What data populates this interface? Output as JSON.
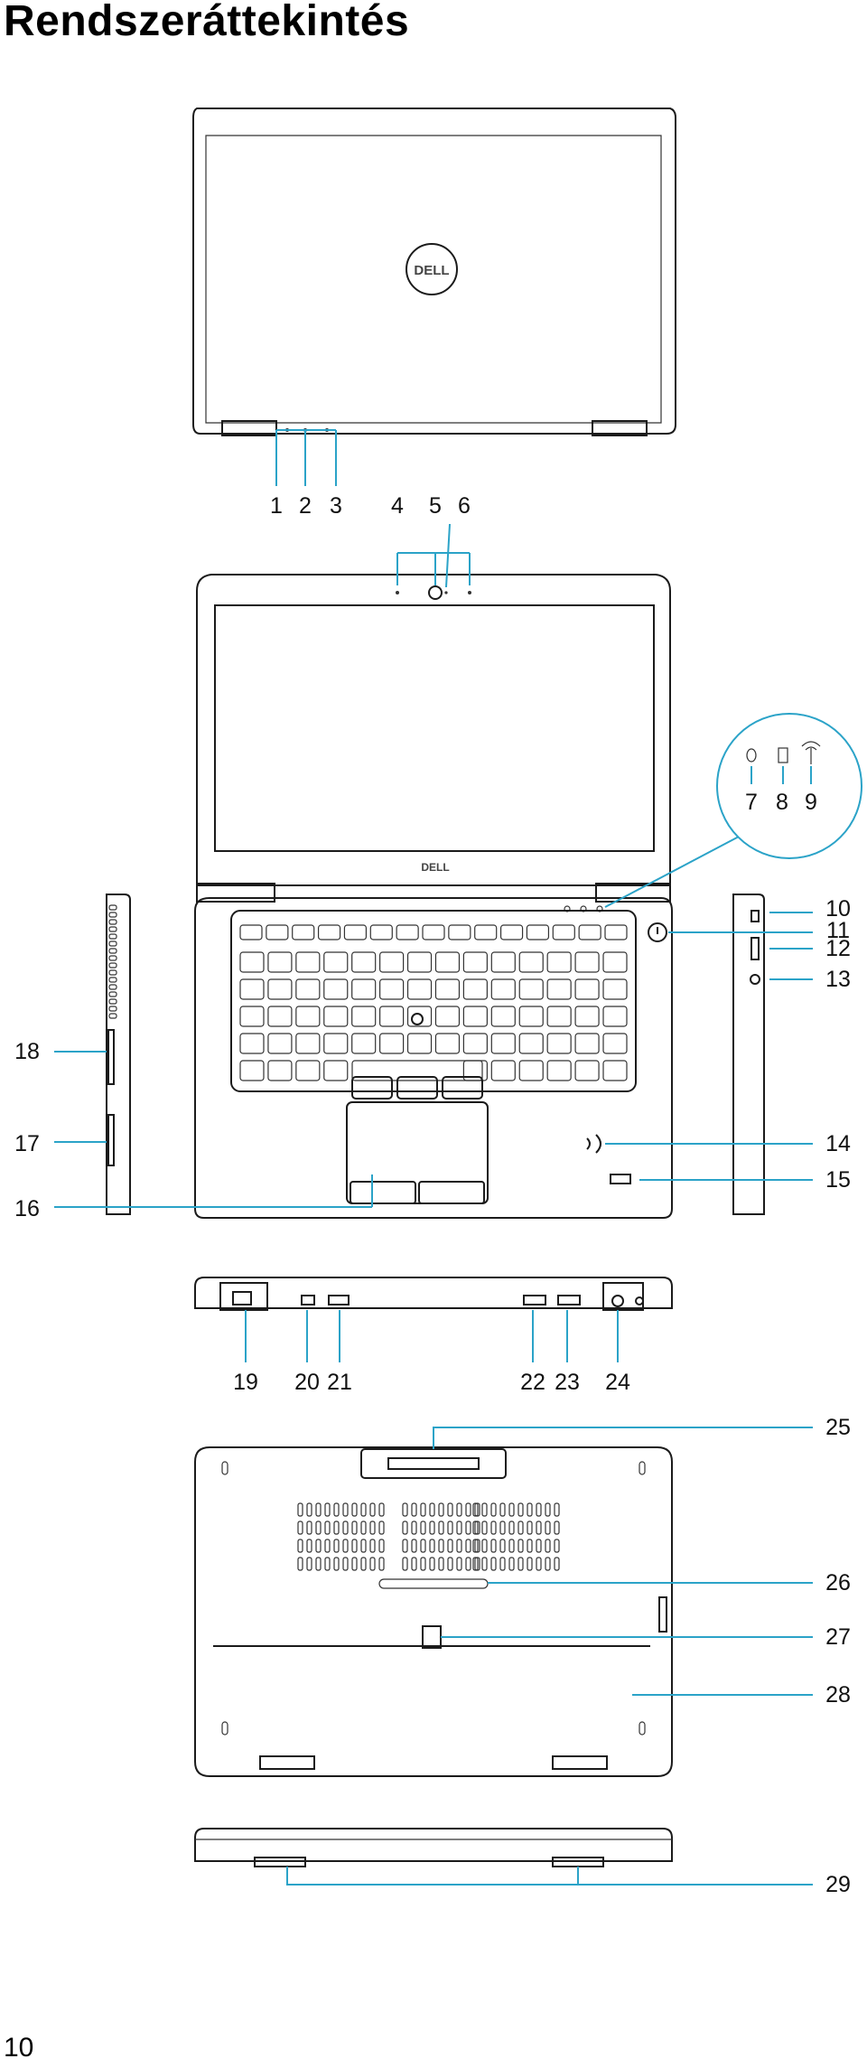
{
  "page": {
    "title": "Rendszeráttekintés",
    "page_number": "10"
  },
  "logos": {
    "brand": "DELL"
  },
  "callouts": [
    "1",
    "2",
    "3",
    "4",
    "5",
    "6",
    "7",
    "8",
    "9",
    "10",
    "11",
    "12",
    "13",
    "14",
    "15",
    "16",
    "17",
    "18",
    "19",
    "20",
    "21",
    "22",
    "23",
    "24",
    "25",
    "26",
    "27",
    "28",
    "29"
  ]
}
